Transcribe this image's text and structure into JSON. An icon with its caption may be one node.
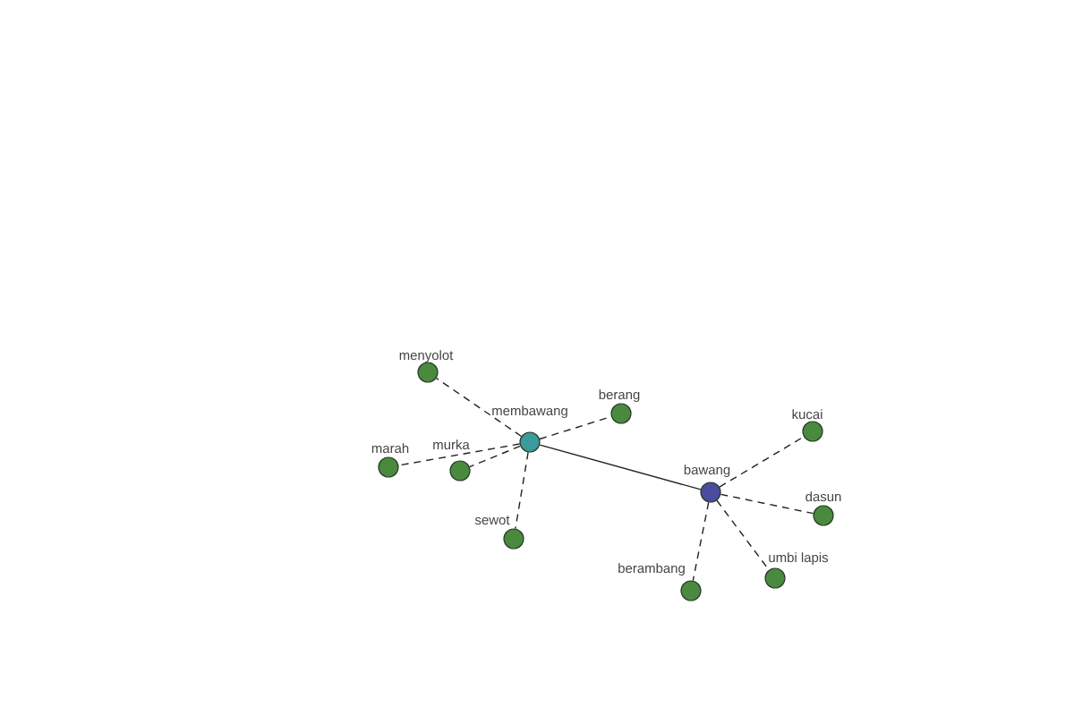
{
  "diagram": {
    "nodes": [
      {
        "text": [
          "menyolot"
        ]
      },
      {
        "text": [
          "berang"
        ]
      },
      {
        "text": [
          "kucai"
        ]
      },
      {
        "text": [
          "membawang"
        ]
      },
      {
        "text": [
          "marah"
        ]
      },
      {
        "text": [
          "murka"
        ]
      },
      {
        "text": [
          "bawang"
        ]
      },
      {
        "text": [
          "dasun"
        ]
      },
      {
        "text": [
          "sewot"
        ]
      },
      {
        "text": [
          "umbi lapis"
        ]
      },
      {
        "text": [
          "berambang"
        ]
      }
    ],
    "edges": [
      {
        "from": 3,
        "to": 0,
        "arrow": "none",
        "style": "dashed"
      },
      {
        "from": 3,
        "to": 1,
        "arrow": "none",
        "style": "dashed"
      },
      {
        "from": 3,
        "to": 4,
        "arrow": "none",
        "style": "dashed"
      },
      {
        "from": 3,
        "to": 5,
        "arrow": "none",
        "style": "dashed"
      },
      {
        "from": 3,
        "to": 8,
        "arrow": "none",
        "style": "dashed"
      },
      {
        "from": 3,
        "to": 6,
        "arrow": "none"
      },
      {
        "from": 6,
        "to": 2,
        "arrow": "none",
        "style": "dashed"
      },
      {
        "from": 6,
        "to": 7,
        "arrow": "none",
        "style": "dashed"
      },
      {
        "from": 6,
        "to": 9,
        "arrow": "none",
        "style": "dashed"
      },
      {
        "from": 6,
        "to": 10,
        "arrow": "none",
        "style": "dashed"
      }
    ]
  }
}
